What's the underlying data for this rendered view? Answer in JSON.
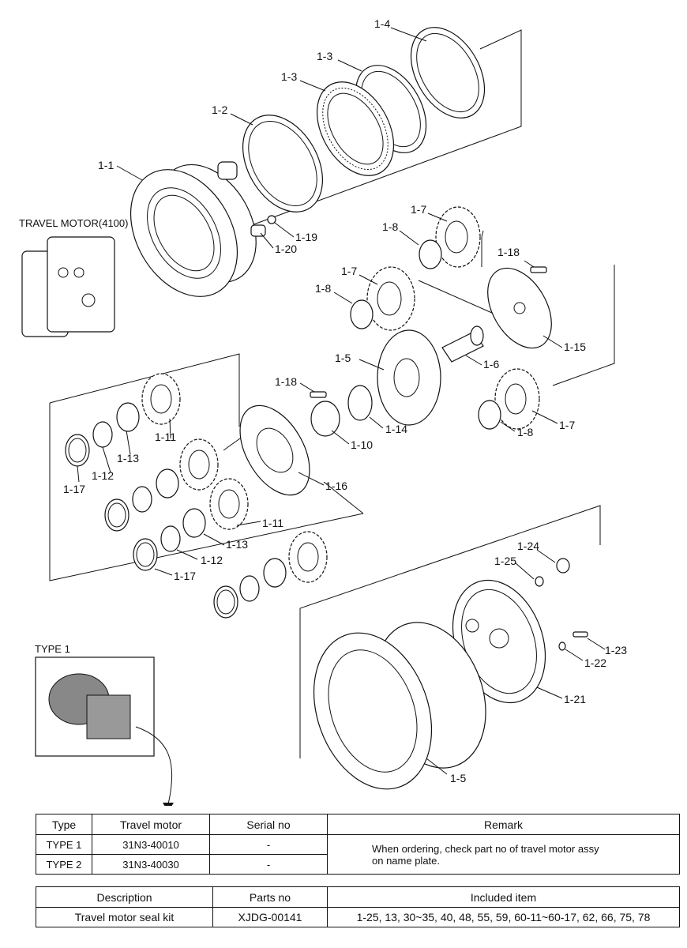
{
  "captions": {
    "travel_motor_4100": "TRAVEL MOTOR(4100)",
    "type1": "TYPE 1"
  },
  "callouts": {
    "c1_4": "1-4",
    "c1_3a": "1-3",
    "c1_3b": "1-3",
    "c1_2": "1-2",
    "c1_1": "1-1",
    "c1_19": "1-19",
    "c1_20": "1-20",
    "c1_7a": "1-7",
    "c1_8a": "1-8",
    "c1_18a": "1-18",
    "c1_7b": "1-7",
    "c1_8b": "1-8",
    "c1_15": "1-15",
    "c1_5a": "1-5",
    "c1_6": "1-6",
    "c1_18b": "1-18",
    "c1_14": "1-14",
    "c1_7c": "1-7",
    "c1_8c": "1-8",
    "c1_11a": "1-11",
    "c1_10": "1-10",
    "c1_13a": "1-13",
    "c1_12a": "1-12",
    "c1_17a": "1-17",
    "c1_16": "1-16",
    "c1_11b": "1-11",
    "c1_13b": "1-13",
    "c1_12b": "1-12",
    "c1_17b": "1-17",
    "c1_24": "1-24",
    "c1_25": "1-25",
    "c1_23": "1-23",
    "c1_22": "1-22",
    "c1_21": "1-21",
    "c1_5b": "1-5"
  },
  "table1": {
    "headers": [
      "Type",
      "Travel motor",
      "Serial no",
      "Remark"
    ],
    "rows": [
      {
        "type": "TYPE 1",
        "motor": "31N3-40010",
        "serial": "-"
      },
      {
        "type": "TYPE 2",
        "motor": "31N3-40030",
        "serial": "-"
      }
    ],
    "remark_line1": "When ordering, check part no of travel motor assy",
    "remark_line2": "on name plate."
  },
  "table2": {
    "headers": [
      "Description",
      "Parts no",
      "Included item"
    ],
    "row": {
      "description": "Travel motor seal kit",
      "parts_no": "XJDG-00141",
      "included": "1-25, 13, 30~35, 40, 48, 55, 59, 60-11~60-17, 62, 66, 75, 78"
    }
  }
}
